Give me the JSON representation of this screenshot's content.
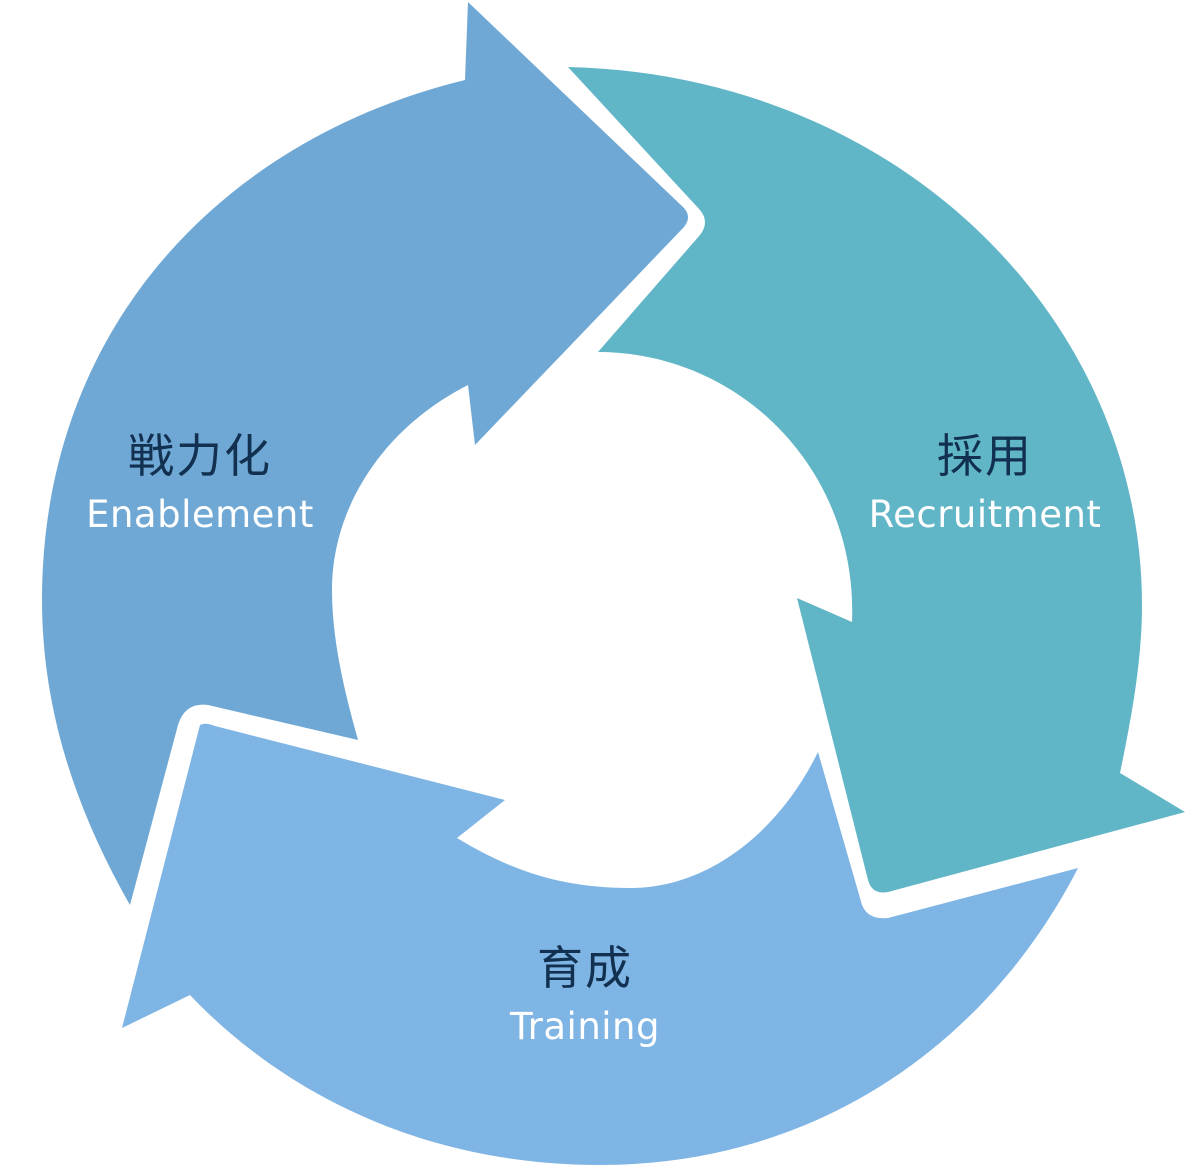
{
  "diagram": {
    "type": "cycle",
    "colors": {
      "enablement": "#6FA8D4",
      "recruitment": "#60B5C6",
      "training": "#7EB5E4",
      "jp_text": "#12304F",
      "en_text": "#FFFFFF",
      "background": "#FFFFFF"
    },
    "stages": [
      {
        "id": "enablement",
        "jp": "戦力化",
        "en": "Enablement",
        "position": "left"
      },
      {
        "id": "recruitment",
        "jp": "採用",
        "en": "Recruitment",
        "position": "right"
      },
      {
        "id": "training",
        "jp": "育成",
        "en": "Training",
        "position": "bottom"
      }
    ],
    "flow": [
      "enablement",
      "recruitment",
      "training",
      "enablement"
    ],
    "direction": "clockwise"
  }
}
